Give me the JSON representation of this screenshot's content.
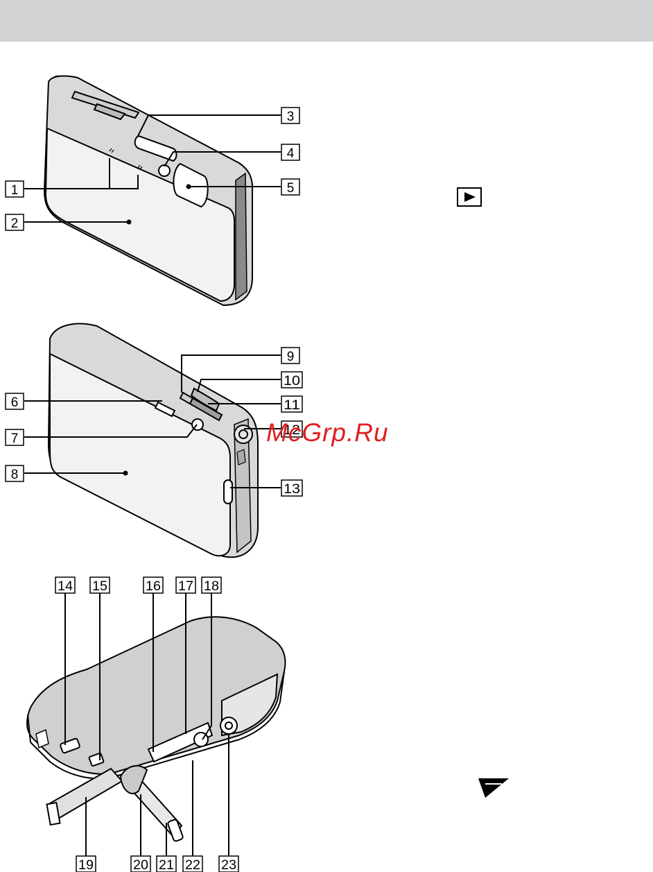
{
  "page": {
    "header_band_color": "#d3d3d3",
    "watermark_text": "McGrp.Ru",
    "watermark_color": "#e02020"
  },
  "front_view": {
    "callouts": [
      "1",
      "2",
      "3",
      "4",
      "5"
    ]
  },
  "back_view": {
    "callouts": [
      "6",
      "7",
      "8",
      "9",
      "10",
      "11",
      "12",
      "13"
    ]
  },
  "bottom_view": {
    "callouts_top": [
      "14",
      "15",
      "16",
      "17",
      "18"
    ],
    "callouts_bottom": [
      "19",
      "20",
      "21",
      "22",
      "23"
    ]
  },
  "icons": [
    "playback-button-icon",
    "strap-hook-mark-icon"
  ]
}
